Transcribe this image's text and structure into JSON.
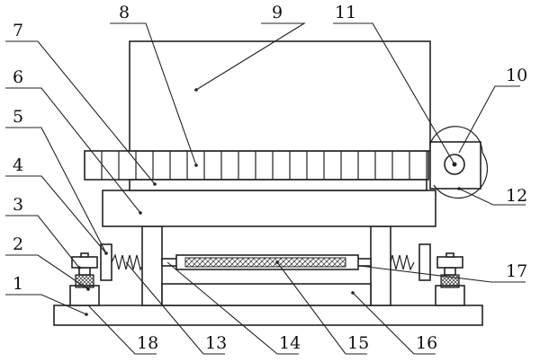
{
  "diagram": {
    "labels": {
      "l1": "1",
      "l2": "2",
      "l3": "3",
      "l4": "4",
      "l5": "5",
      "l6": "6",
      "l7": "7",
      "l8": "8",
      "l9": "9",
      "l10": "10",
      "l11": "11",
      "l12": "12",
      "l13": "13",
      "l14": "14",
      "l15": "15",
      "l16": "16",
      "l17": "17",
      "l18": "18"
    },
    "stroke_color": "#222222",
    "background_color": "#ffffff"
  }
}
